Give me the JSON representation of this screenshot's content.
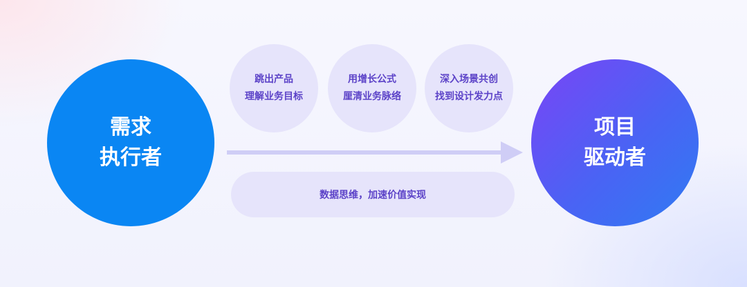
{
  "left_node": {
    "line1": "需求",
    "line2": "执行者",
    "color": "#0a86f3"
  },
  "right_node": {
    "line1": "项目",
    "line2": "驱动者",
    "color_start": "#7a44f6",
    "color_end": "#2f7bf2"
  },
  "steps": [
    {
      "line1": "跳出产品",
      "line2": "理解业务目标"
    },
    {
      "line1": "用增长公式",
      "line2": "厘清业务脉络"
    },
    {
      "line1": "深入场景共创",
      "line2": "找到设计发力点"
    }
  ],
  "foundation": {
    "label": "数据思维，加速价值实现"
  },
  "colors": {
    "bubble": "#e6e4fb",
    "bubble_text": "#5c43c8",
    "arrow": "#cfcdf6"
  }
}
